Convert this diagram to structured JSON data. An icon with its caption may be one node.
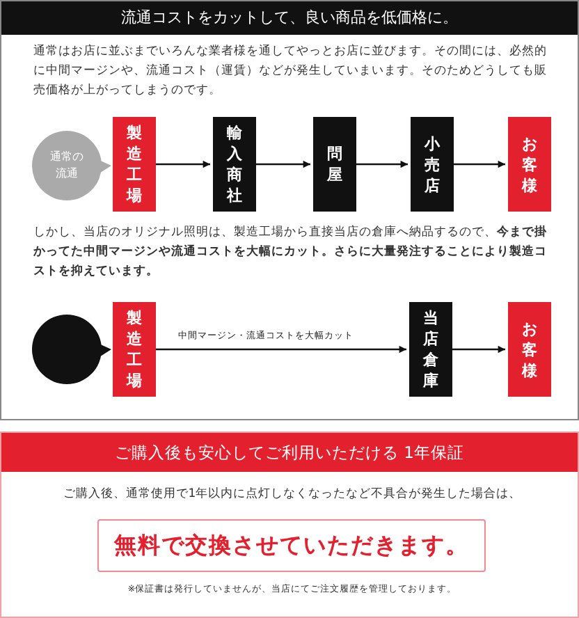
{
  "diagram": {
    "nodes": [
      {
        "text": [
          "流通コストをカットして、良い商品を低価格に。"
        ]
      },
      {
        "text": [
          "通常の流通"
        ],
        "in": 0
      },
      {
        "text": [
          "製造工場"
        ],
        "in": 0
      },
      {
        "text": [
          "輸入商社"
        ],
        "in": 0
      },
      {
        "text": [
          "問屋"
        ],
        "in": 0
      },
      {
        "text": [
          "小売店"
        ],
        "in": 0
      },
      {
        "text": [
          "お客様"
        ],
        "in": 0
      },
      {
        "text": [],
        "shape": "circle",
        "in": 0
      },
      {
        "text": [
          "製造工場"
        ],
        "in": 0
      },
      {
        "text": [
          "当店倉庫"
        ],
        "in": 0
      },
      {
        "text": [
          "お客様"
        ],
        "in": 0
      },
      {
        "text": [
          "ご購入後も安心してご利用いただける 1年保証"
        ]
      },
      {
        "text": [
          "無料で交換させていただきます。"
        ],
        "in": 11
      }
    ],
    "edges": [
      {
        "from": 2,
        "to": 3,
        "arrow": "to"
      },
      {
        "from": 3,
        "to": 4,
        "arrow": "to"
      },
      {
        "from": 4,
        "to": 5,
        "arrow": "to"
      },
      {
        "from": 5,
        "to": 6,
        "arrow": "to"
      },
      {
        "from": 8,
        "to": 9,
        "arrow": "to",
        "label": "中間マージン・流通コストを大幅カット"
      },
      {
        "from": 9,
        "to": 10,
        "arrow": "to"
      }
    ],
    "labels": [
      "通常はお店に並ぶまでいろんな業者様を通してやっとお店に並びます。その間には、必然的に中間マージンや、流通コスト（運賃）などが発生していまいます。そのためどうしても販売価格が上がってしまうのです。",
      "しかし、当店のオリジナル照明は、製造工場から直接当店の倉庫へ納品するので、**今まで掛かってた中間マージンや流通コストを大幅にカット。さらに大量発注することにより製造コストを抑えています。**",
      "ご購入後、通常使用で1年以内に点灯しなくなったなど不具合が発生した場合は、",
      "※保証書は発行していませんが、当店にてご注文履歴を管理しております。"
    ]
  }
}
